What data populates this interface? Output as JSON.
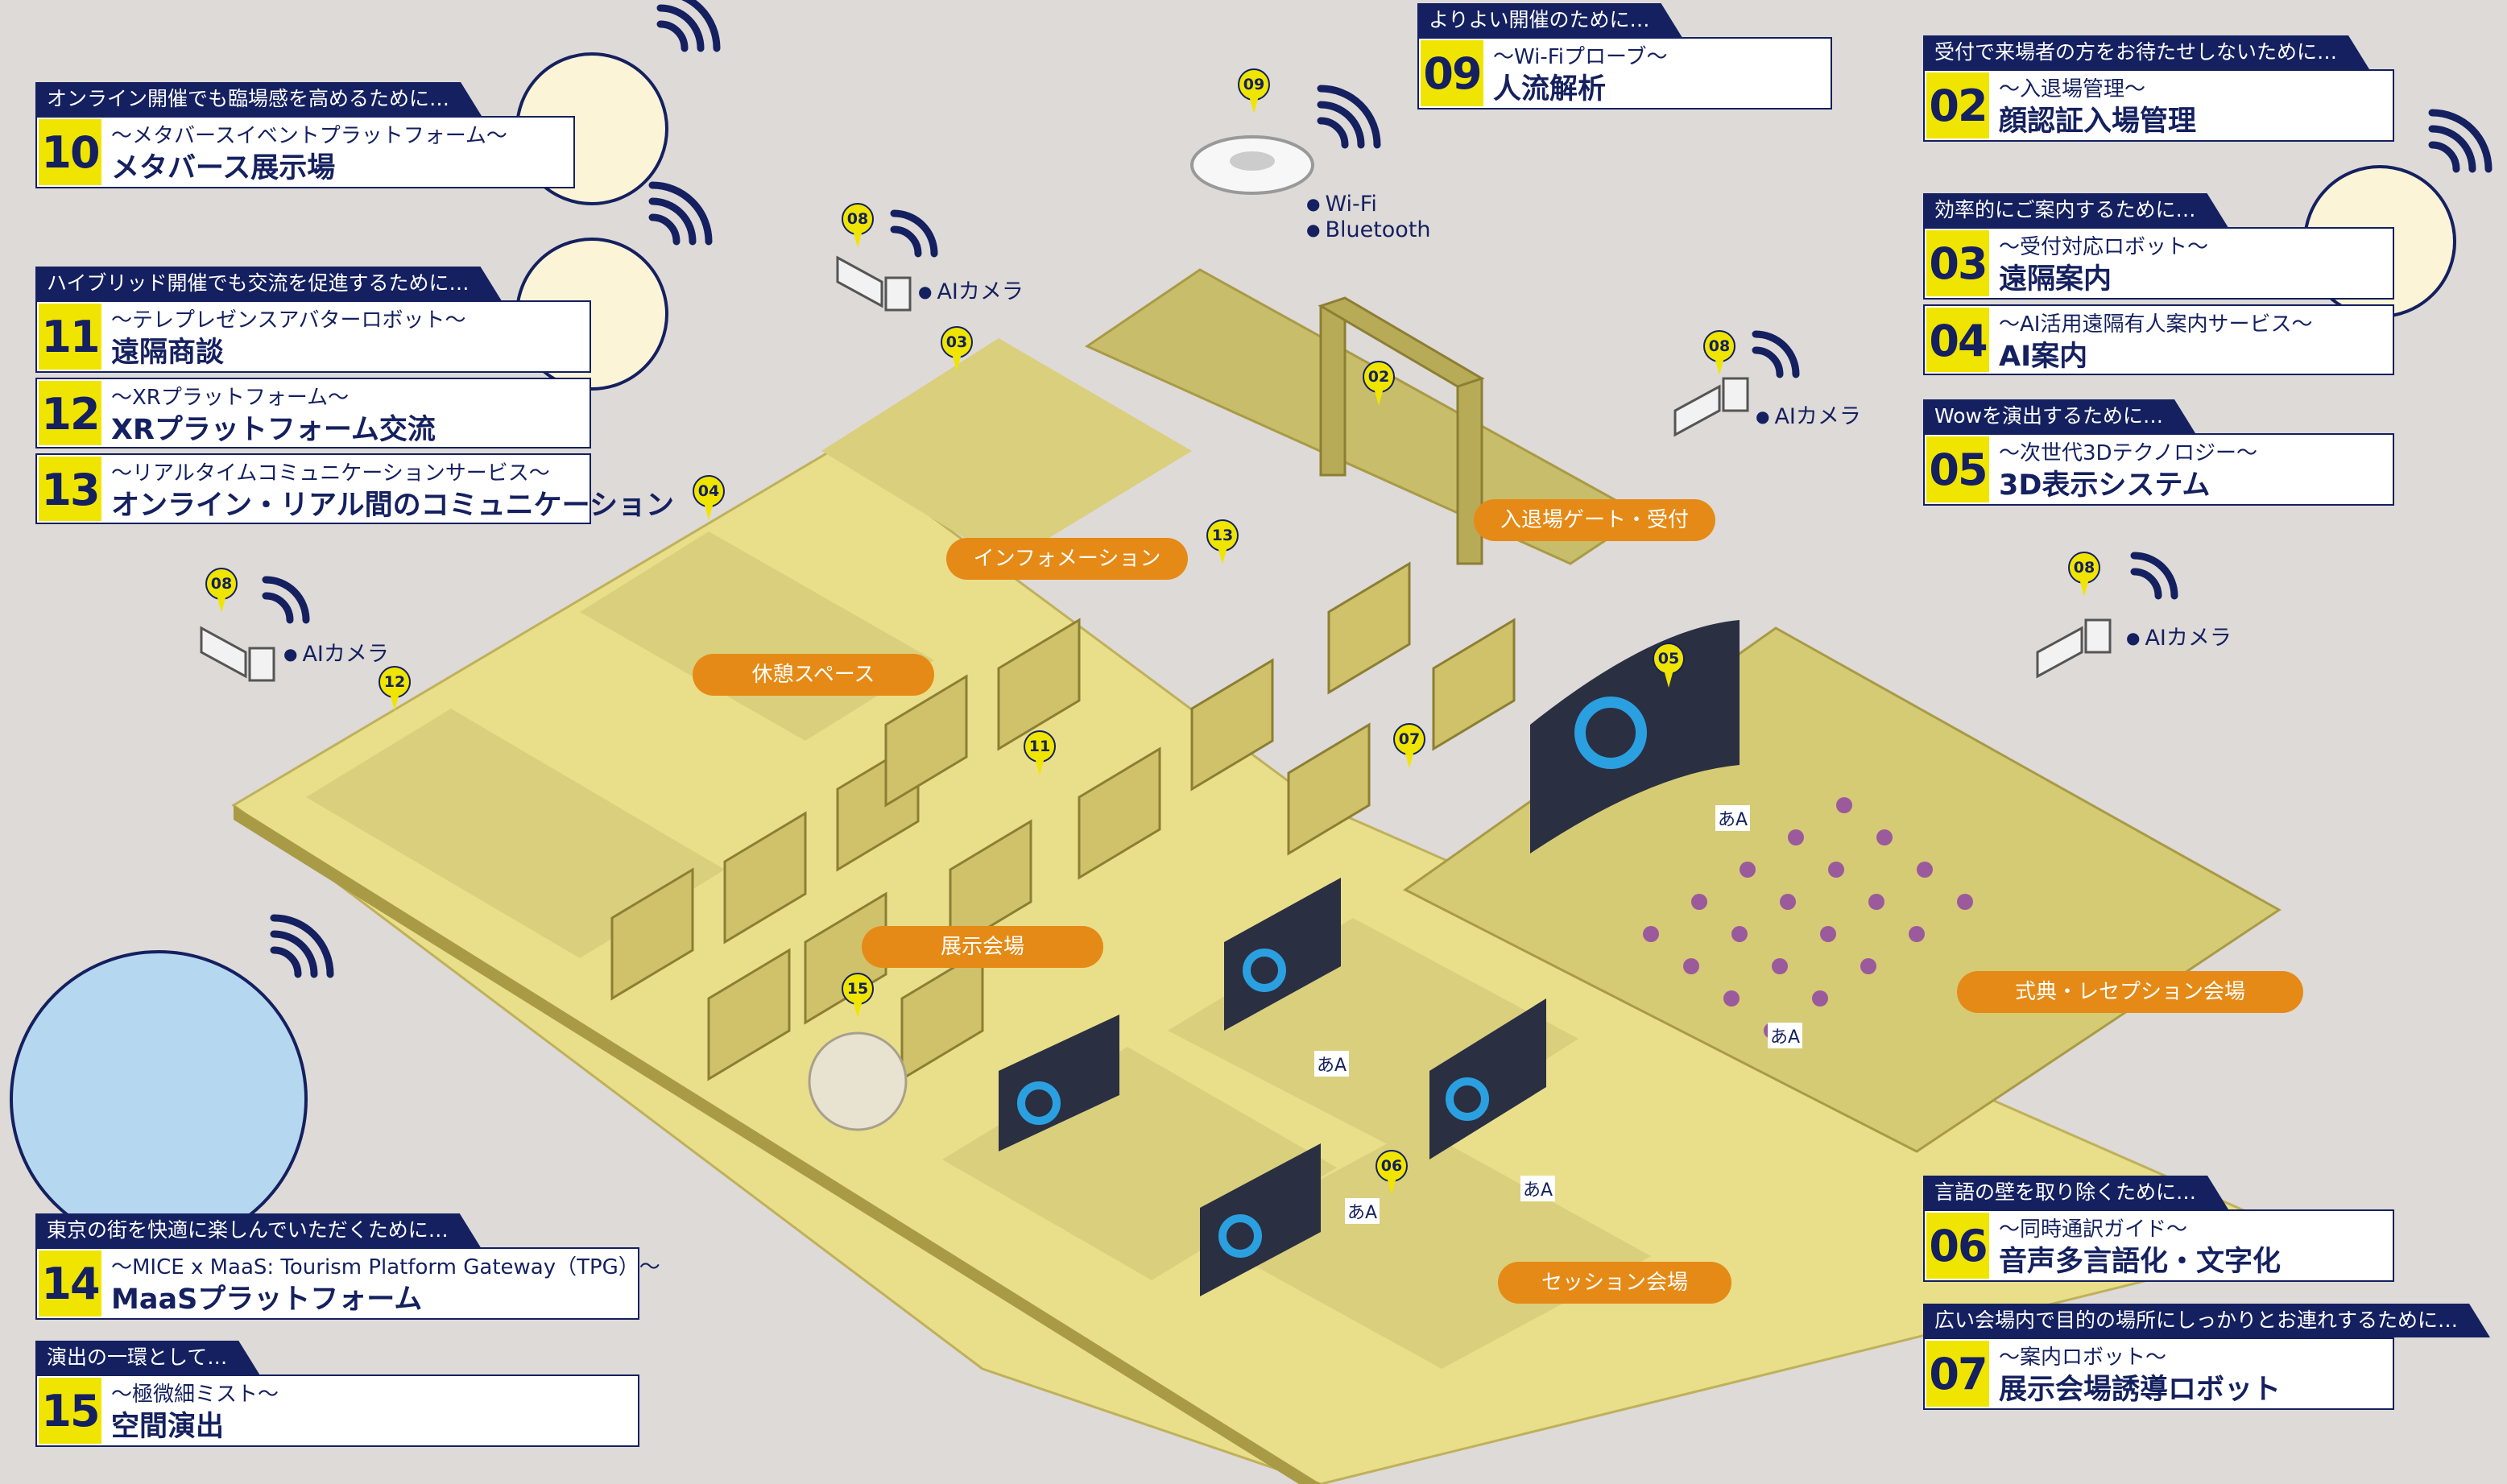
{
  "callouts": [
    {
      "id": "10",
      "tag": "オンライン開催でも臨場感を高めるために…",
      "sub": "〜メタバースイベントプラットフォーム〜",
      "title": "メタバース展示場"
    },
    {
      "id": "11",
      "tag": "ハイブリッド開催でも交流を促進するために…",
      "sub": "〜テレプレゼンスアバターロボット〜",
      "title": "遠隔商談"
    },
    {
      "id": "12",
      "tag": "",
      "sub": "〜XRプラットフォーム〜",
      "title": "XRプラットフォーム交流"
    },
    {
      "id": "13",
      "tag": "",
      "sub": "〜リアルタイムコミュニケーションサービス〜",
      "title": "オンライン・リアル間のコミュニケーション"
    },
    {
      "id": "14",
      "tag": "東京の街を快適に楽しんでいただくために…",
      "sub": "〜MICE x MaaS: Tourism Platform Gateway（TPG）〜",
      "title": "MaaSプラットフォーム"
    },
    {
      "id": "15",
      "tag": "演出の一環として…",
      "sub": "〜極微細ミスト〜",
      "title": "空間演出"
    },
    {
      "id": "09",
      "tag": "よりよい開催のために…",
      "sub": "〜Wi-Fiプローブ〜",
      "title": "人流解析"
    },
    {
      "id": "02",
      "tag": "受付で来場者の方をお待たせしないために…",
      "sub": "〜入退場管理〜",
      "title": "顔認証入場管理"
    },
    {
      "id": "03",
      "tag": "効率的にご案内するために…",
      "sub": "〜受付対応ロボット〜",
      "title": "遠隔案内"
    },
    {
      "id": "04",
      "tag": "",
      "sub": "〜AI活用遠隔有人案内サービス〜",
      "title": "AI案内"
    },
    {
      "id": "05",
      "tag": "Wowを演出するために…",
      "sub": "〜次世代3Dテクノロジー〜",
      "title": "3D表示システム"
    },
    {
      "id": "06",
      "tag": "言語の壁を取り除くために…",
      "sub": "〜同時通訳ガイド〜",
      "title": "音声多言語化・文字化"
    },
    {
      "id": "07",
      "tag": "広い会場内で目的の場所にしっかりとお連れするために…",
      "sub": "〜案内ロボット〜",
      "title": "展示会場誘導ロボット"
    }
  ],
  "areas": {
    "info": "インフォメーション",
    "gate": "入退場ゲート・受付",
    "rest": "休憩スペース",
    "exhibit": "展示会場",
    "ceremony": "式典・レセプション会場",
    "session": "セッション会場"
  },
  "pins": [
    "08",
    "09",
    "03",
    "04",
    "02",
    "08",
    "13",
    "12",
    "11",
    "07",
    "05",
    "08",
    "15",
    "06",
    "08"
  ],
  "legends": {
    "wifi": "Wi-Fi",
    "bluetooth": "Bluetooth",
    "ai_camera": "AIカメラ"
  },
  "translation_glyph": "あA"
}
